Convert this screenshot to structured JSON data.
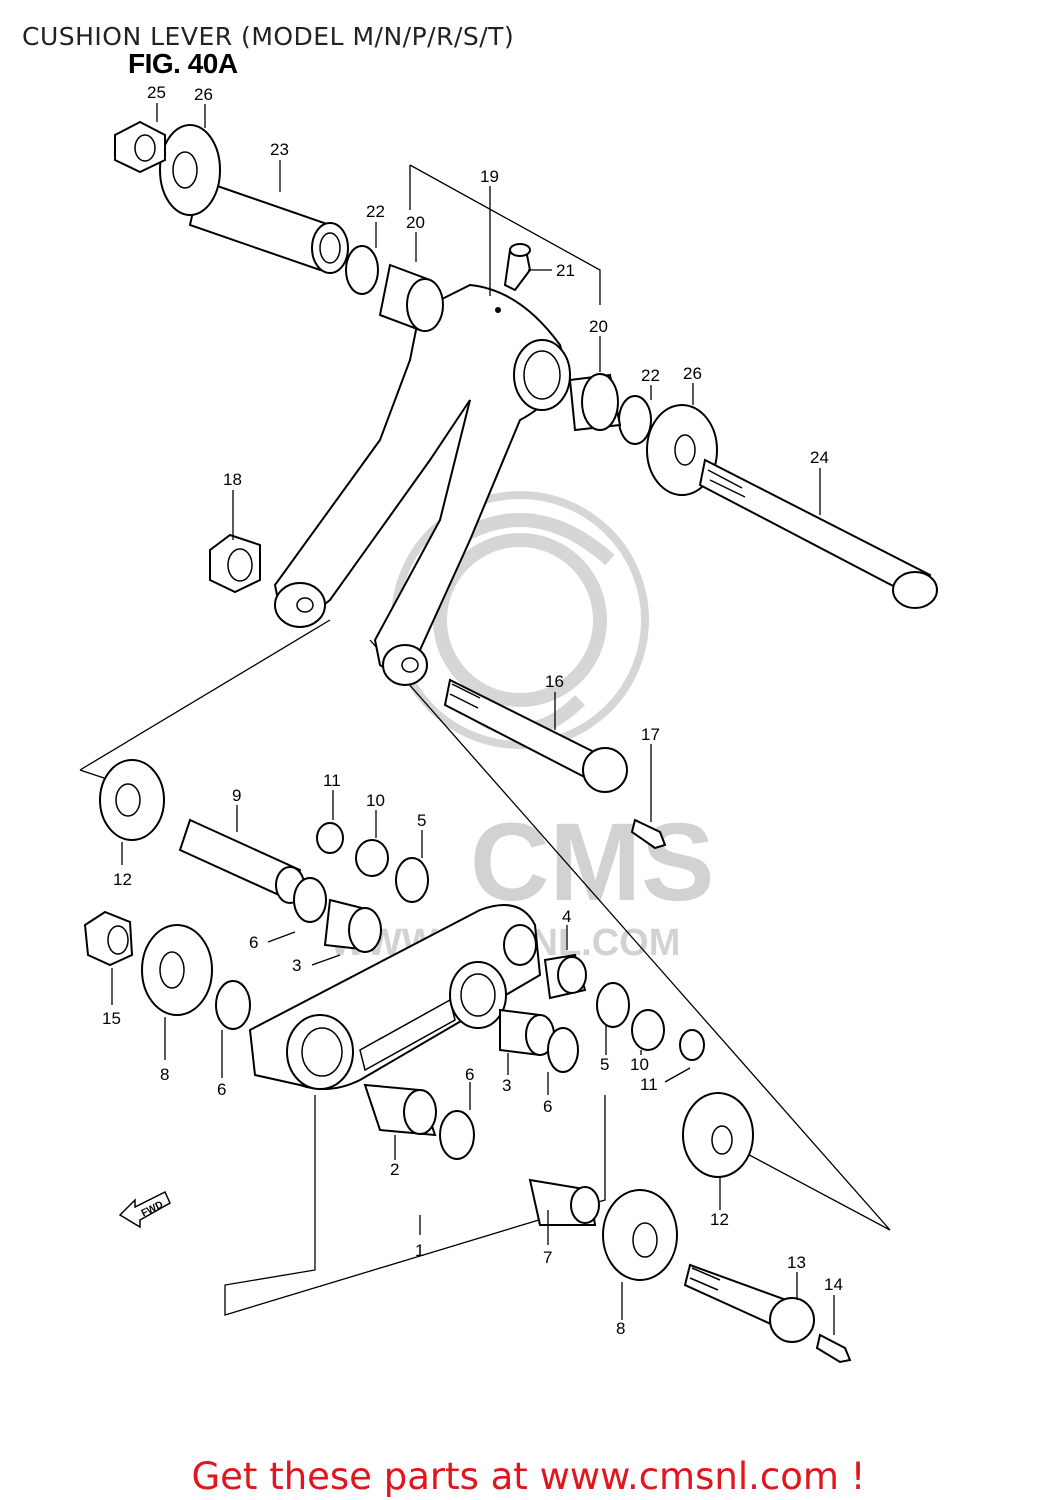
{
  "header": {
    "title": "CUSHION LEVER (MODEL M/N/P/R/S/T)",
    "figure_label": "FIG. 40A"
  },
  "watermark": {
    "brand": "CMS",
    "site": "WWW.CMSNL.COM"
  },
  "direction_marker": "FWD",
  "part_labels": [
    "1",
    "2",
    "3",
    "4",
    "5",
    "6",
    "7",
    "8",
    "9",
    "10",
    "11",
    "12",
    "13",
    "14",
    "15",
    "16",
    "17",
    "18",
    "19",
    "20",
    "21",
    "22",
    "23",
    "24",
    "25",
    "26"
  ],
  "footer": {
    "cta_text": "Get these parts at www.cmsnl.com !"
  },
  "colors": {
    "footer_text": "#e0161c",
    "watermark": "#cfcfcf",
    "line": "#000000"
  }
}
